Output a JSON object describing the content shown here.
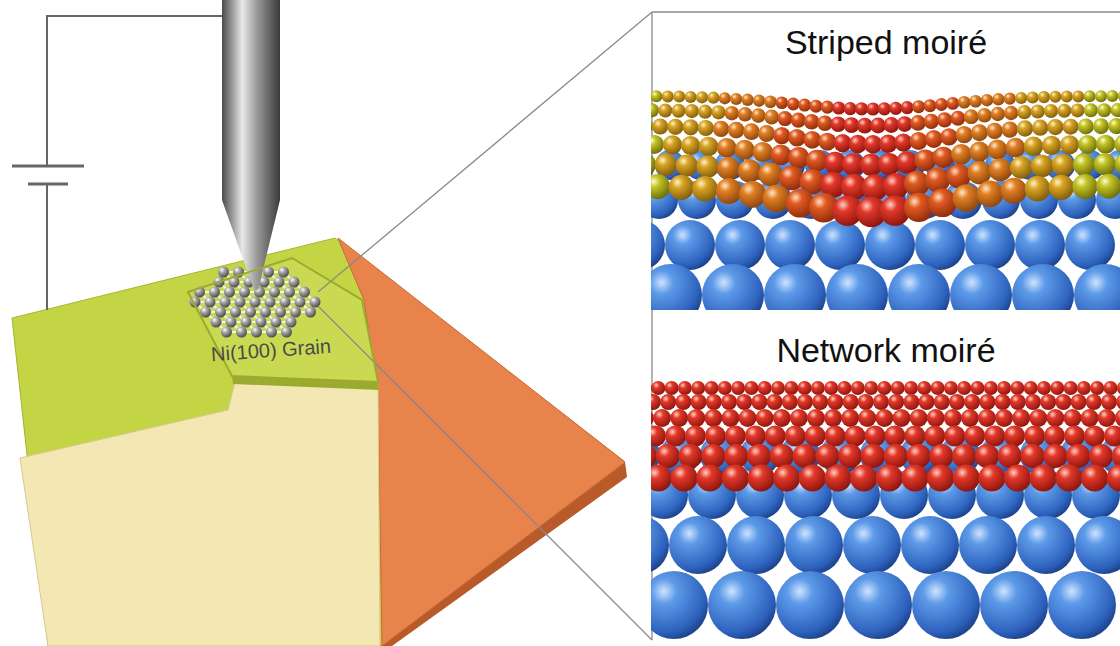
{
  "diagram": {
    "nodes": [
      {
        "text": [
          "Ni(100) Grain"
        ]
      }
    ],
    "labels": [
      "Striped moiré",
      "Network moiré"
    ]
  }
}
